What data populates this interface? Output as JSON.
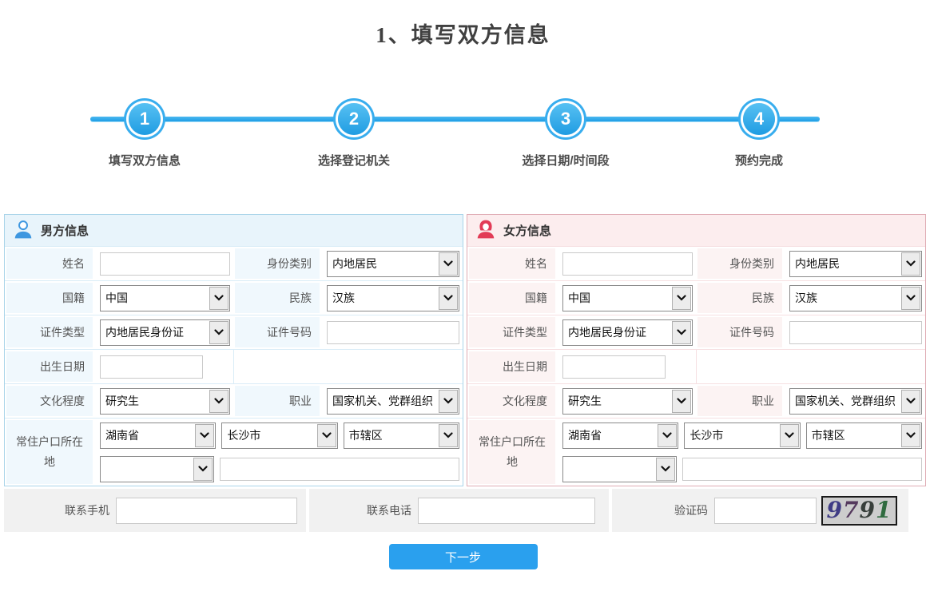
{
  "page": {
    "title": "1、填写双方信息"
  },
  "steps": [
    {
      "num": "1",
      "label": "填写双方信息"
    },
    {
      "num": "2",
      "label": "选择登记机关"
    },
    {
      "num": "3",
      "label": "选择日期/时间段"
    },
    {
      "num": "4",
      "label": "预约完成"
    }
  ],
  "panels": {
    "male": {
      "title": "男方信息",
      "icon": "male-user-icon",
      "accent": "#3e97e0"
    },
    "female": {
      "title": "女方信息",
      "icon": "female-user-icon",
      "accent": "#e23b56"
    }
  },
  "fields": {
    "name_label": "姓名",
    "identity_label": "身份类别",
    "identity_value": "内地居民",
    "nationality_label": "国籍",
    "nationality_value": "中国",
    "ethnicity_label": "民族",
    "ethnicity_value": "汉族",
    "id_type_label": "证件类型",
    "id_type_value": "内地居民身份证",
    "id_number_label": "证件号码",
    "birth_date_label": "出生日期",
    "education_label": "文化程度",
    "education_value": "研究生",
    "occupation_label": "职业",
    "occupation_value": "国家机关、党群组织",
    "residence_label": "常住户口所在地",
    "residence_province": "湖南省",
    "residence_city": "长沙市",
    "residence_district": "市辖区"
  },
  "contact": {
    "mobile_label": "联系手机",
    "phone_label": "联系电话",
    "captcha_label": "验证码",
    "captcha_value": "9791",
    "captcha_digits": [
      "9",
      "7",
      "9",
      "1"
    ],
    "captcha_digit_colors": [
      "#3f3c85",
      "#553a5e",
      "#383f3b",
      "#2f6b3f"
    ]
  },
  "actions": {
    "next_label": "下一步"
  },
  "colors": {
    "stepper_blue": "#2aa7e9",
    "male_panel_border": "#a9d4e9",
    "female_panel_border": "#dfacb4",
    "next_button": "#2aa0ee",
    "contact_bar_bg": "#f1f1f1"
  }
}
